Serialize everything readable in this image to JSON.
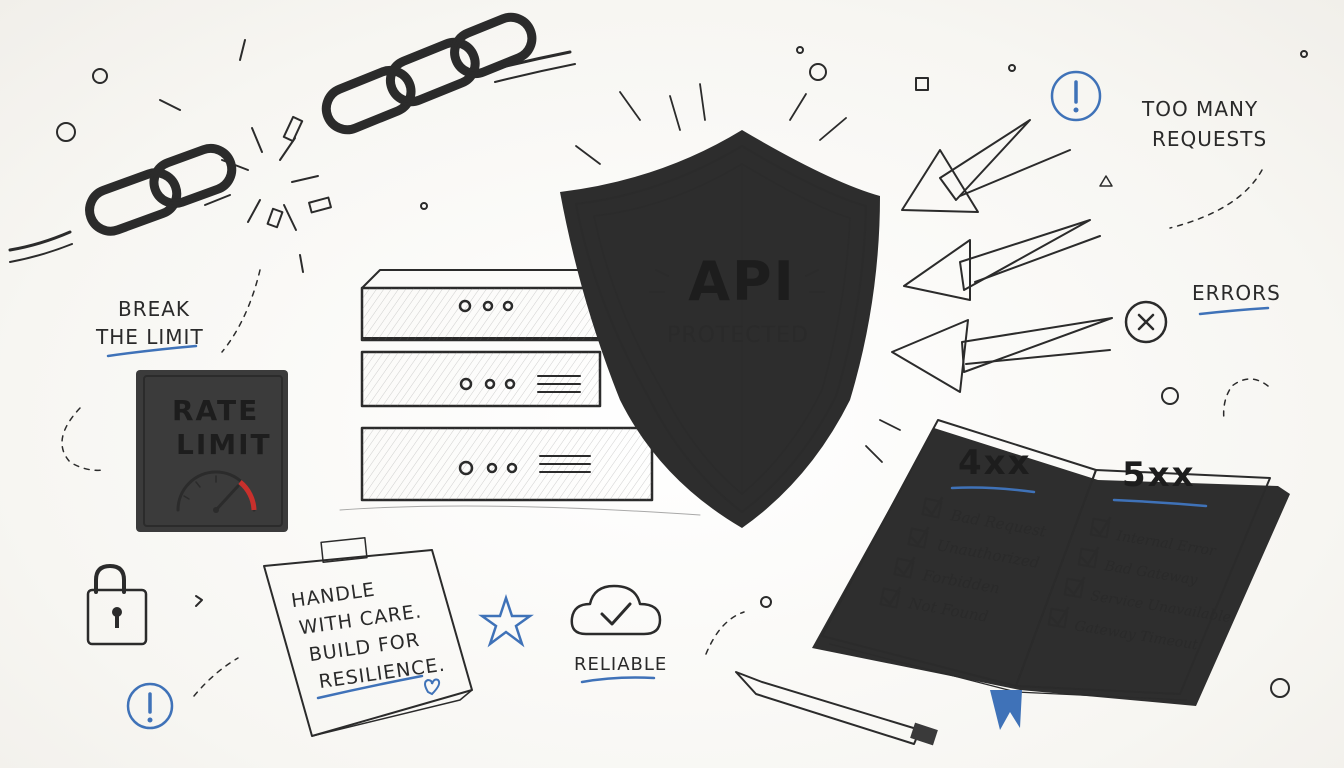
{
  "labels": {
    "break_line1": "BREAK",
    "break_line2": "THE LIMIT",
    "rate_line1": "RATE",
    "rate_line2": "LIMIT",
    "shield_title": "API",
    "shield_sub": "PROTECTED",
    "too_many_line1": "TOO MANY",
    "too_many_line2": "REQUESTS",
    "errors": "ERRORS",
    "note_line1": "HANDLE",
    "note_line2": "WITH CARE.",
    "note_line3": "BUILD FOR",
    "note_line4": "RESILIENCE.",
    "reliable": "RELIABLE"
  },
  "book": {
    "left_heading": "4xx",
    "right_heading": "5xx",
    "left_items": [
      "Bad Request",
      "Unauthorized",
      "Forbidden",
      "Not Found"
    ],
    "right_items": [
      "Internal Error",
      "Bad Gateway",
      "Service Unavailable",
      "Gateway Timeout"
    ]
  },
  "icons": {
    "lock": "padlock-icon",
    "cloud": "cloud-check-icon",
    "alert": "exclamation-circle-icon",
    "close": "x-circle-icon",
    "star": "star-icon",
    "heart": "heart-icon"
  },
  "colors": {
    "ink": "#2b2b2b",
    "accent_blue": "#3f72b8",
    "gauge_red": "#c9302c"
  }
}
